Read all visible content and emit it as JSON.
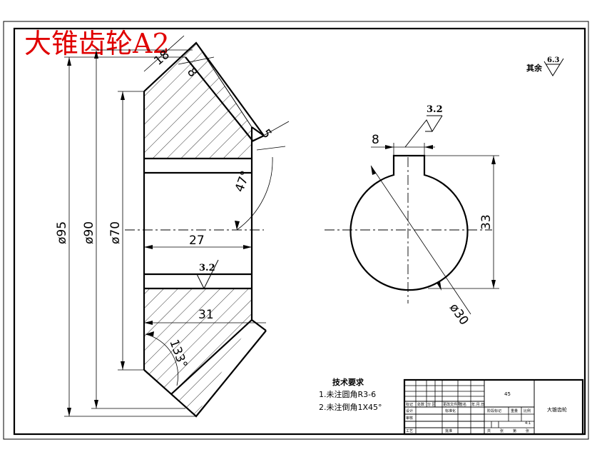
{
  "title": "大锥齿轮A2",
  "surface_other": {
    "label": "其余",
    "value": "6.3"
  },
  "side_view": {
    "dims": {
      "top_len": "18",
      "face_width": "8",
      "small_gap": "5",
      "face_angle": "47°",
      "hub_len": "27",
      "total_len": "31",
      "root_angle": "133°",
      "dia_outer": "ø95",
      "dia_pitch": "ø90",
      "dia_hub": "ø70"
    },
    "roughness": "3.2"
  },
  "front_view": {
    "dims": {
      "keyway_width": "8",
      "keyway_depth": "33",
      "bore": "ø30"
    },
    "roughness": "3.2"
  },
  "tech_req": {
    "title": "技术要求",
    "items": [
      "1.未注圆角R3-6",
      "2.未注倒角1X45°"
    ]
  },
  "title_block": {
    "material": "45",
    "part_name": "大锥齿轮",
    "scale": "4:1",
    "cells": [
      "标记",
      "处数",
      "分 区",
      "更改文件号",
      "签名",
      "年.月.日",
      "设计",
      "标准化",
      "阶段标记",
      "重量",
      "比例",
      "审核",
      "工艺",
      "批准",
      "共",
      "张",
      "第",
      "张"
    ]
  }
}
